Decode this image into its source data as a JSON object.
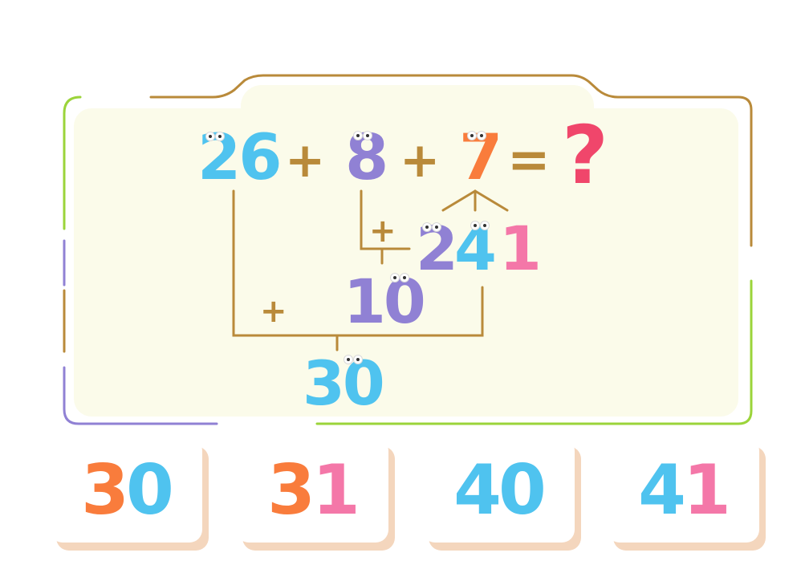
{
  "equation": {
    "term1": "26",
    "plus1": "+",
    "term2": "8",
    "plus2": "+",
    "term3": "7",
    "equals": "=",
    "unknown": "?"
  },
  "decomposition": {
    "part_a": "2",
    "part_b": "4",
    "part_c": "1",
    "inner_plus": "+",
    "partial_sum": "10",
    "outer_plus": "+",
    "total": "30"
  },
  "choices": [
    {
      "d1": "3",
      "d2": "0"
    },
    {
      "d1": "3",
      "d2": "1"
    },
    {
      "d1": "4",
      "d2": "0"
    },
    {
      "d1": "4",
      "d2": "1"
    }
  ],
  "colors": {
    "blue": "#4fc3ef",
    "purple": "#9081d4",
    "orange": "#f97c3c",
    "pink": "#f477a8",
    "red": "#f0466b",
    "brown": "#b98a3a",
    "green": "#9bd43a"
  }
}
